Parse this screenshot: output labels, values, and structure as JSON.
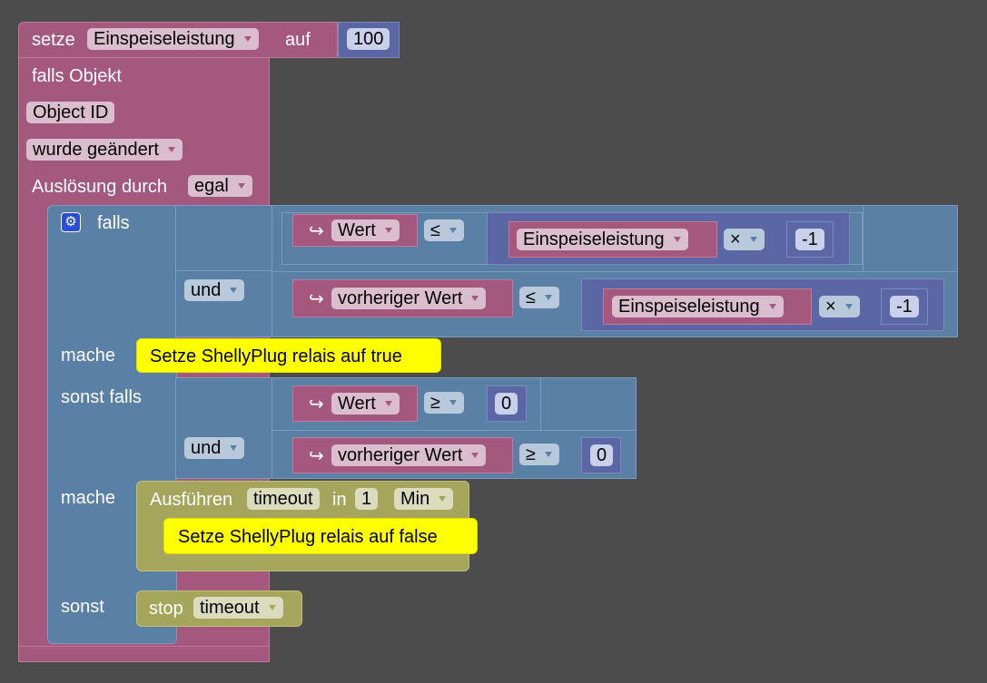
{
  "set_block": {
    "keyword": "setze",
    "variable": "Einspeiseleistung",
    "to_label": "auf",
    "value": "100"
  },
  "trigger": {
    "title": "falls Objekt",
    "object_id": "Object ID",
    "condition": "wurde geändert",
    "trigger_label": "Auslösung durch",
    "trigger_value": "egal"
  },
  "if_block": {
    "if_label": "falls",
    "do_label_1": "mache",
    "elseif_label": "sonst falls",
    "do_label_2": "mache",
    "else_label": "sonst",
    "and_label": "und",
    "cond1": {
      "arrow": "↪",
      "left": "Wert",
      "op": "≤",
      "var": "Einspeiseleistung",
      "mul": "×",
      "num": "-1"
    },
    "cond2": {
      "arrow": "↪",
      "left": "vorheriger Wert",
      "op": "≤",
      "var": "Einspeiseleistung",
      "mul": "×",
      "num": "-1"
    },
    "cond3": {
      "arrow": "↪",
      "left": "Wert",
      "op": "≥",
      "num": "0"
    },
    "cond4": {
      "arrow": "↪",
      "left": "vorheriger Wert",
      "op": "≥",
      "num": "0"
    },
    "action_true": "Setze ShellyPlug relais auf true",
    "timeout": {
      "label": "Ausführen",
      "name": "timeout",
      "in_label": "in",
      "amount": "1",
      "unit": "Min",
      "action_false": "Setze ShellyPlug relais auf false"
    },
    "stop": {
      "label": "stop",
      "name": "timeout"
    }
  }
}
